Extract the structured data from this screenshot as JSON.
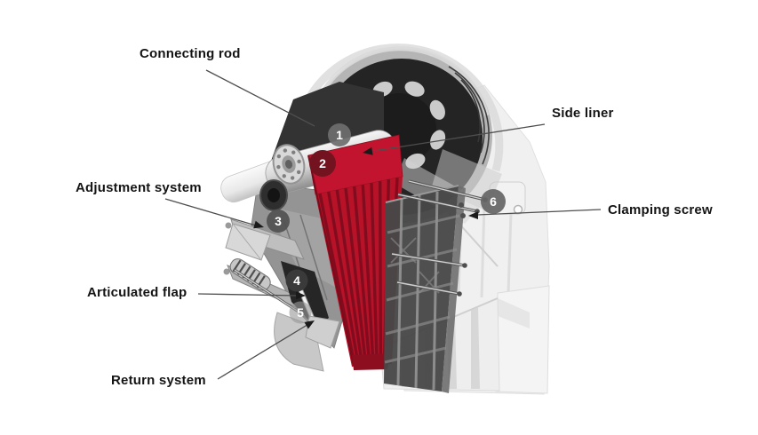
{
  "diagram": {
    "labels": [
      {
        "id": "connecting-rod",
        "text": "Connecting rod"
      },
      {
        "id": "side-liner",
        "text": "Side liner"
      },
      {
        "id": "adjustment-system",
        "text": "Adjustment system"
      },
      {
        "id": "clamping-screw",
        "text": "Clamping screw"
      },
      {
        "id": "articulated-flap",
        "text": "Articulated flap"
      },
      {
        "id": "return-system",
        "text": "Return system"
      }
    ],
    "markers": [
      {
        "number": "1"
      },
      {
        "number": "2"
      },
      {
        "number": "3"
      },
      {
        "number": "4"
      },
      {
        "number": "5"
      },
      {
        "number": "6"
      }
    ],
    "colors": {
      "jaw_plate_red": "#c2142e",
      "jaw_rib_red": "#7d0c1c",
      "marker_dark_red": "#72131f",
      "marker_gray": "#666666",
      "flywheel_dark": "#242424",
      "label_text": "#141414",
      "leader_line": "#4e4e4e"
    }
  }
}
